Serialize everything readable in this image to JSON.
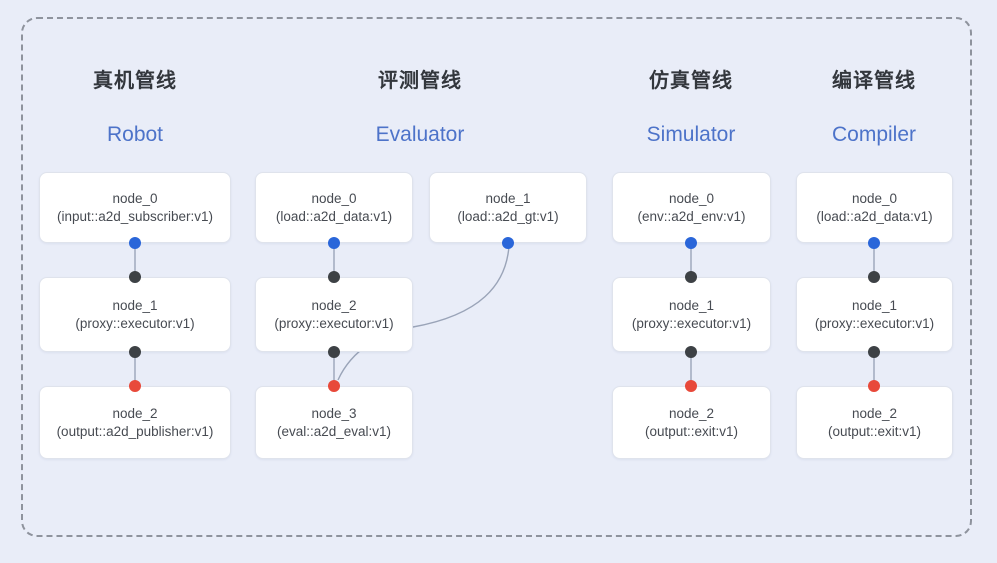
{
  "colors": {
    "bg": "#e9edf8",
    "frame_dash": "#8e939d",
    "edge": "#9aa4b8",
    "title_cn_color": "#33373d",
    "title_en_color": "#4d73c9",
    "port_blue": "#2a66d9",
    "port_red": "#e8493a",
    "port_black": "#3d4145"
  },
  "pipelines": [
    {
      "title_cn": "真机管线",
      "title_en": "Robot",
      "nodes": [
        {
          "name": "node_0",
          "detail": "(input::a2d_subscriber:v1)"
        },
        {
          "name": "node_1",
          "detail": "(proxy::executor:v1)"
        },
        {
          "name": "node_2",
          "detail": "(output::a2d_publisher:v1)"
        }
      ]
    },
    {
      "title_cn": "评测管线",
      "title_en": "Evaluator",
      "nodes": [
        {
          "name": "node_0",
          "detail": "(load::a2d_data:v1)"
        },
        {
          "name": "node_1",
          "detail": "(load::a2d_gt:v1)"
        },
        {
          "name": "node_2",
          "detail": "(proxy::executor:v1)"
        },
        {
          "name": "node_3",
          "detail": "(eval::a2d_eval:v1)"
        }
      ]
    },
    {
      "title_cn": "仿真管线",
      "title_en": "Simulator",
      "nodes": [
        {
          "name": "node_0",
          "detail": "(env::a2d_env:v1)"
        },
        {
          "name": "node_1",
          "detail": "(proxy::executor:v1)"
        },
        {
          "name": "node_2",
          "detail": "(output::exit:v1)"
        }
      ]
    },
    {
      "title_cn": "编译管线",
      "title_en": "Compiler",
      "nodes": [
        {
          "name": "node_0",
          "detail": "(load::a2d_data:v1)"
        },
        {
          "name": "node_1",
          "detail": "(proxy::executor:v1)"
        },
        {
          "name": "node_2",
          "detail": "(output::exit:v1)"
        }
      ]
    }
  ]
}
